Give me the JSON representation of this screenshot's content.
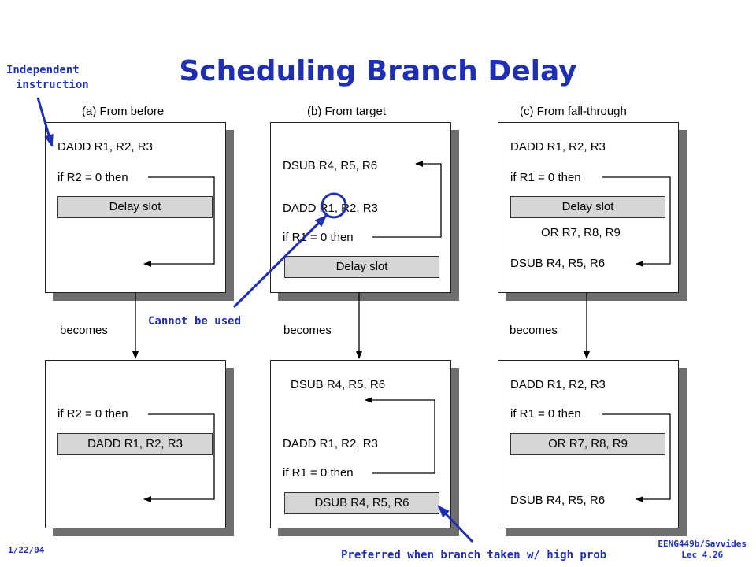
{
  "title": "Scheduling Branch Delay",
  "notes": {
    "independent": [
      "Independent",
      "instruction"
    ],
    "cannot_be_used": "Cannot be used",
    "preferred": "Preferred when branch taken w/ high prob"
  },
  "captions": {
    "a": "(a)  From before",
    "b": "(b)  From target",
    "c": "(c)  From fall-through"
  },
  "becomes": "becomes",
  "boxes": {
    "a_top": {
      "lines": [
        "DADD R1, R2, R3",
        "if R2 = 0 then"
      ],
      "slot": "Delay slot"
    },
    "b_top": {
      "lines": [
        "DSUB R4, R5, R6",
        "DADD R1, R2, R3",
        "if R1 = 0 then"
      ],
      "slot": "Delay slot"
    },
    "c_top": {
      "lines": [
        "DADD R1, R2, R3",
        "if R1 = 0 then",
        "OR R7, R8, R9",
        "DSUB R4, R5, R6"
      ],
      "slot": "Delay slot"
    },
    "a_bot": {
      "lines": [
        "if R2 = 0 then"
      ],
      "slot": "DADD R1, R2, R3"
    },
    "b_bot": {
      "lines": [
        "DSUB R4, R5, R6",
        "DADD R1, R2, R3",
        "if R1 = 0 then"
      ],
      "slot": "DSUB R4, R5, R6"
    },
    "c_bot": {
      "lines": [
        "DADD R1, R2, R3",
        "if R1 = 0 then",
        "DSUB R4, R5, R6"
      ],
      "slot": "OR R7, R8, R9"
    }
  },
  "footer": {
    "date": "1/22/04",
    "course": "EENG449b/Savvides",
    "lecture": "Lec 4.26"
  },
  "colors": {
    "annotation": "#1f2fb4",
    "shadow": "#6e6e6e",
    "slot_fill": "#d6d6d6"
  }
}
